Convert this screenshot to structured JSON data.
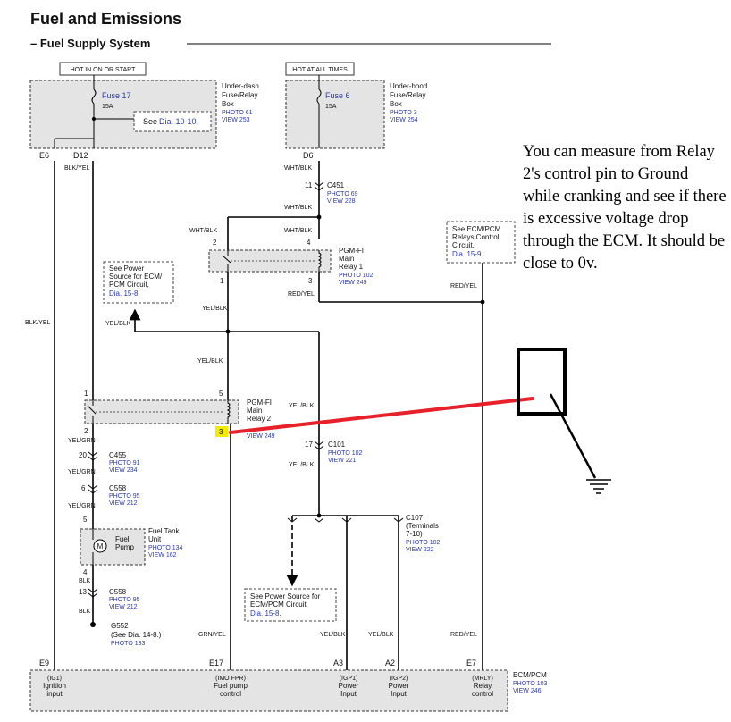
{
  "header": {
    "title": "Fuel and Emissions",
    "subtitle": "– Fuel Supply System"
  },
  "annotation": {
    "note": "You can measure from Relay 2's control pin to Ground while cranking and see if there is excessive voltage drop through the ECM. It should be close to 0v."
  },
  "colors": {
    "annotation_line": "#e8202a",
    "highlight": "#f2ea00",
    "reference_text": "#2b3aa8",
    "box_fill": "#e4e4e4"
  },
  "underdash": {
    "hot_label": "HOT IN ON OR START",
    "fuse": "Fuse 17",
    "amps": "15A",
    "see": "See",
    "see_ref": "Dia. 10-10.",
    "name_1": "Under-dash",
    "name_2": "Fuse/Relay",
    "name_3": "Box",
    "photo": "PHOTO 61",
    "view": "VIEW 253",
    "term_a": "E6",
    "term_b": "D12"
  },
  "underhood": {
    "hot_label": "HOT AT ALL TIMES",
    "fuse": "Fuse 6",
    "amps": "15A",
    "name_1": "Under-hood",
    "name_2": "Fuse/Relay",
    "name_3": "Box",
    "photo": "PHOTO 3",
    "view": "VIEW 254",
    "term": "D6"
  },
  "relay1": {
    "name_1": "PGM-FI",
    "name_2": "Main",
    "name_3": "Relay 1",
    "photo": "PHOTO 102",
    "view": "VIEW 249",
    "pin_2": "2",
    "pin_4": "4",
    "pin_1": "1",
    "pin_3": "3"
  },
  "relay2": {
    "name_1": "PGM-FI",
    "name_2": "Main",
    "name_3": "Relay 2",
    "view": "VIEW 249",
    "pin_1": "1",
    "pin_5": "5",
    "pin_2": "2",
    "pin_3": "3"
  },
  "c451": {
    "pin": "11",
    "name": "C451",
    "photo": "PHOTO 69",
    "view": "VIEW 228"
  },
  "c101": {
    "pin": "17",
    "name": "C101",
    "photo": "PHOTO 102",
    "view": "VIEW 221"
  },
  "c455": {
    "pin": "20",
    "name": "C455",
    "photo": "PHOTO 91",
    "view": "VIEW 234"
  },
  "c558a": {
    "pin": "6",
    "name": "C558",
    "photo": "PHOTO 95",
    "view": "VIEW 212"
  },
  "c558b": {
    "pin": "13",
    "name": "C558",
    "photo": "PHOTO 95",
    "view": "VIEW 212"
  },
  "c107": {
    "name": "C107",
    "sub_1": "(Terminals",
    "sub_2": "7-10)",
    "photo": "PHOTO 102",
    "view": "VIEW 222"
  },
  "pump": {
    "name_1": "Fuel Tank",
    "name_2": "Unit",
    "name_3": "Fuel",
    "name_4": "Pump",
    "photo": "PHOTO 134",
    "view": "VIEW 162",
    "pin_5": "5",
    "pin_4": "4",
    "motor": "M"
  },
  "ground": {
    "name": "G552",
    "see": "(See Dia. 14-8.)",
    "photo": "PHOTO 133"
  },
  "refs": {
    "power_1": "See Power",
    "power_2": "Source for ECM/",
    "power_3": "PCM Circuit,",
    "power_4": "Dia. 15-8.",
    "relays_1": "See ECM/PCM",
    "relays_2": "Relays Control",
    "relays_3": "Circuit,",
    "relays_4": "Dia. 15-9.",
    "power2_1": "See Power Source for",
    "power2_2": "ECM/PCM Circuit,",
    "power2_3": "Dia. 15-8."
  },
  "wires": {
    "blk_yel": "BLK/YEL",
    "wht_blk": "WHT/BLK",
    "red_yel": "RED/YEL",
    "yel_blk": "YEL/BLK",
    "yel_grn": "YEL/GRN",
    "grn_yel": "GRN/YEL",
    "blk": "BLK"
  },
  "ecm": {
    "name": "ECM/PCM",
    "photo": "PHOTO 103",
    "view": "VIEW 246",
    "pins": [
      {
        "term": "E9",
        "code": "(IG1)",
        "label_1": "Ignition",
        "label_2": "input"
      },
      {
        "term": "E17",
        "code": "(IMO FPR)",
        "label_1": "Fuel pump",
        "label_2": "control"
      },
      {
        "term": "A3",
        "code": "(IGP1)",
        "label_1": "Power",
        "label_2": "Input"
      },
      {
        "term": "A2",
        "code": "(IGP2)",
        "label_1": "Power",
        "label_2": "Input"
      },
      {
        "term": "E7",
        "code": "(MRLY)",
        "label_1": "Relay",
        "label_2": "control"
      }
    ]
  }
}
